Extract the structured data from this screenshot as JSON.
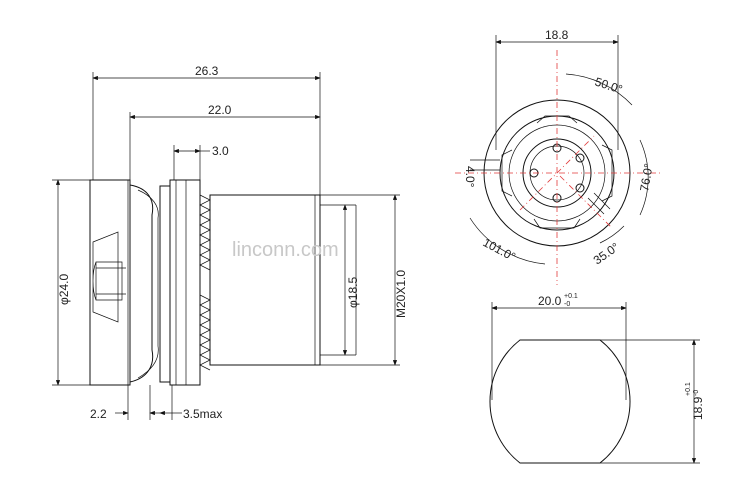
{
  "watermark": "linconn.com",
  "side_view": {
    "overall_length": "26.3",
    "body_length": "22.0",
    "flange_thickness": "3.0",
    "flange_diameter": "φ24.0",
    "sleeve_diameter": "φ18.5",
    "thread": "M20X1.0",
    "front_offset": "2.2",
    "panel_thickness": "3.5max"
  },
  "front_view": {
    "width": "18.8",
    "angle_top": "50.0°",
    "angle_right": "76.0°",
    "angle_bottom_right": "35.0°",
    "angle_bottom_left": "101.0°",
    "angle_left": "4.0°"
  },
  "cutout_view": {
    "width_main": "20.0",
    "width_tol_upper": "+0.1",
    "width_tol_lower": "-0",
    "height_main": "18.9",
    "height_tol_upper": "+0.1",
    "height_tol_lower": "-0"
  }
}
